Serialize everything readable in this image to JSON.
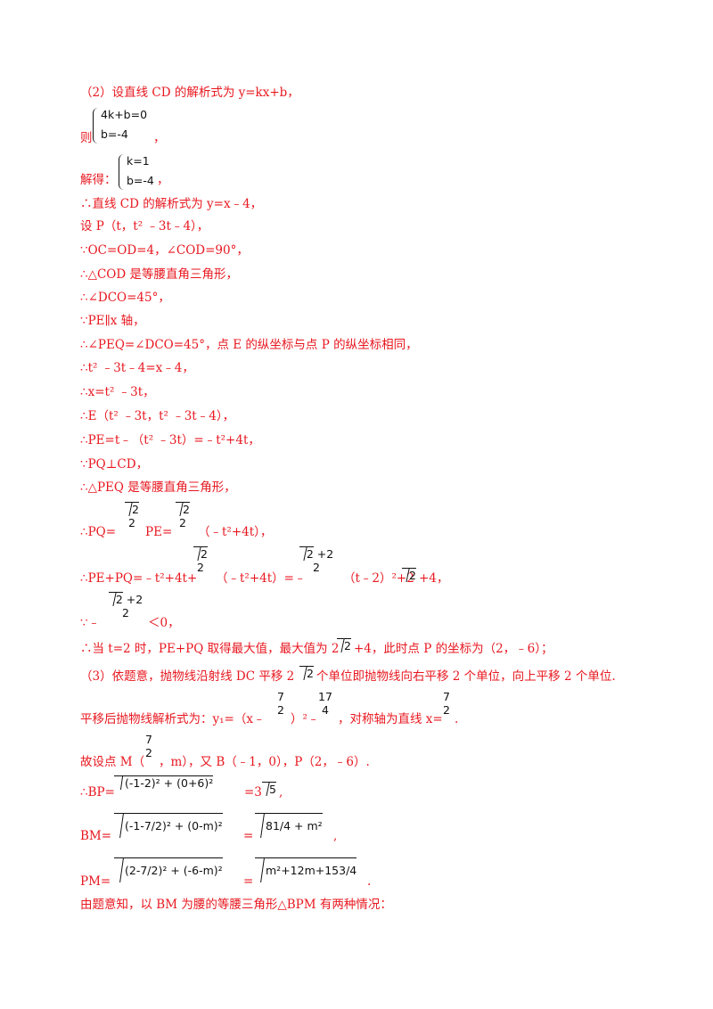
{
  "lines": {
    "l1": "（2）设直线 CD 的解析式为 y=kx+b，",
    "l2_prefix": "则",
    "l2_suffix": "，",
    "l3_prefix": "解得：",
    "l3_suffix": "，",
    "l4": "∴直线 CD 的解析式为 y=x﹣4，",
    "l5": "设 P（t，t² ﹣3t﹣4），",
    "l6": "∵OC=OD=4，∠COD=90°，",
    "l7": "∴△COD 是等腰直角三角形，",
    "l8": "∴∠DCO=45°，",
    "l9": "∵PE∥x 轴，",
    "l10": "∴∠PEQ=∠DCO=45°，点 E 的纵坐标与点 P 的纵坐标相同，",
    "l11": "∴t² ﹣3t﹣4=x﹣4，",
    "l12": "∴x=t² ﹣3t，",
    "l13": "∴E（t² ﹣3t，t² ﹣3t﹣4），",
    "l14": "∴PE=t﹣（t² ﹣3t）=﹣t²+4t，",
    "l15": "∵PQ⊥CD，",
    "l16": "∴△PEQ 是等腰直角三角形，",
    "l17_a": "∴PQ=",
    "l17_b": "PE=",
    "l17_c": "（﹣t²+4t），",
    "l18_a": "∴PE+PQ=﹣t²+4t+",
    "l18_b": "（﹣t²+4t）=﹣",
    "l18_c": "（t﹣2）²+2",
    "l18_d": "+4，",
    "l19_a": "∵﹣",
    "l19_b": "＜0，",
    "l20_a": "∴当 t=2 时，PE+PQ 取得最大值，最大值为 2",
    "l20_b": "+4，此时点 P 的坐标为（2，﹣6）；",
    "l21_a": "（3）依题意，抛物线沿射线 DC 平移 2",
    "l21_b": "个单位即抛物线向右平移 2 个单位，向上平移 2 个单位.",
    "l22_a": "平移后抛物线解析式为：y₁=（x﹣",
    "l22_b": "）²﹣",
    "l22_c": "，对称轴为直线 x=",
    "l22_d": ".",
    "l23_a": "故设点 M（",
    "l23_b": "，m），又 B（﹣1，0），P（2，﹣6）.",
    "l24_a": "∴BP=",
    "l24_b": "=3",
    "l24_c": ",",
    "l25_a": "BM=",
    "l25_b": "=",
    "l25_c": ",",
    "l26_a": "PM=",
    "l26_b": "=",
    "l26_c": ".",
    "l27": "由题意知，以 BM 为腰的等腰三角形△BPM 有两种情况："
  },
  "math": {
    "sys1_r1": "4k+b=0",
    "sys1_r2": "b=-4",
    "sys2_r1": "k=1",
    "sys2_r2": "b=-4",
    "sqrt2": "2",
    "two": "2",
    "sqrt2plus2_tail": " +2",
    "sqrt5": "5",
    "seven": "7",
    "seventeen": "17",
    "four": "4",
    "bp_root": "(-1-2)² + (0+6)²",
    "bm_root": "(-1-7/2)² + (0-m)²",
    "bm_result": "81/4 + m²",
    "pm_root": "(2-7/2)² + (-6-m)²",
    "pm_result": "m²+12m+153/4"
  }
}
